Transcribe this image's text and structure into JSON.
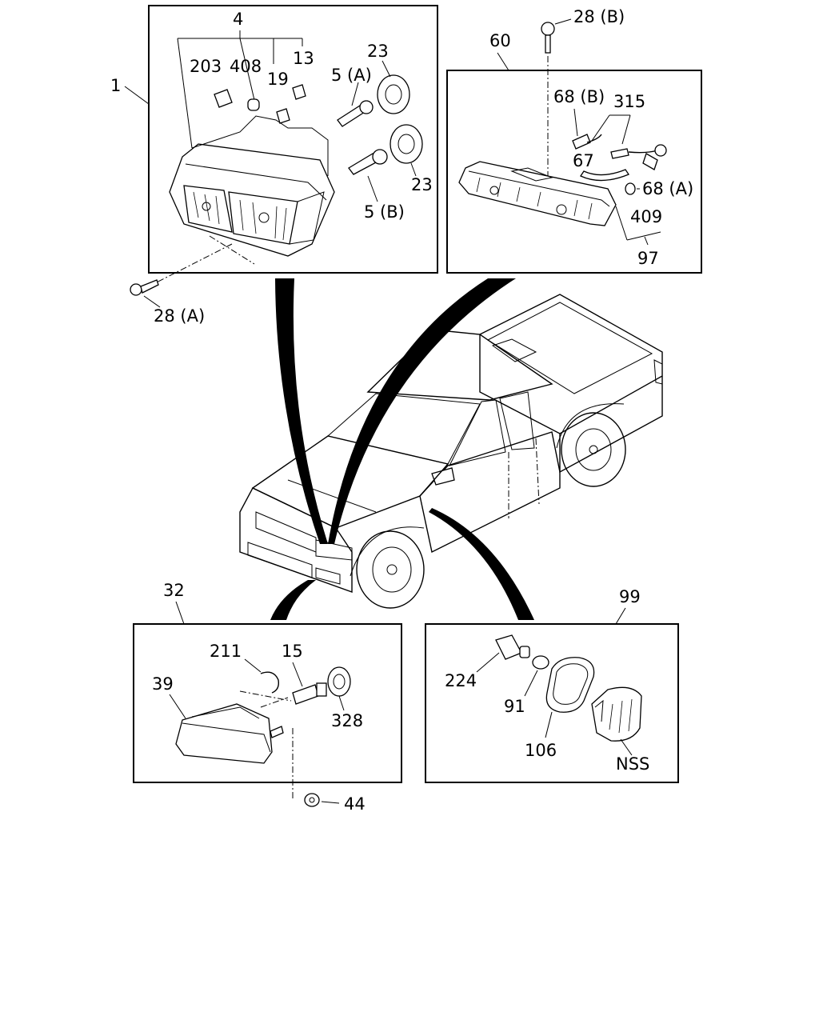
{
  "panels": {
    "headlamp": {
      "callout": "1",
      "labels": {
        "assy": "4",
        "p203": "203",
        "p408": "408",
        "p19": "19",
        "p13": "13",
        "p5a": "5 (A)",
        "p5b": "5 (B)",
        "p23a": "23",
        "p23b": "23",
        "p28a": "28 (A)"
      }
    },
    "turn_lamp": {
      "callout": "60",
      "labels": {
        "p28b": "28 (B)",
        "p68b": "68 (B)",
        "p315": "315",
        "p67": "67",
        "p68a": "68 (A)",
        "p409": "409",
        "p97": "97"
      }
    },
    "fog_lamp": {
      "callout": "32",
      "labels": {
        "p211": "211",
        "p15": "15",
        "p39": "39",
        "p328": "328",
        "p44": "44"
      }
    },
    "side_marker": {
      "callout": "99",
      "labels": {
        "p224": "224",
        "p91": "91",
        "p106": "106",
        "nss": "NSS"
      }
    }
  }
}
